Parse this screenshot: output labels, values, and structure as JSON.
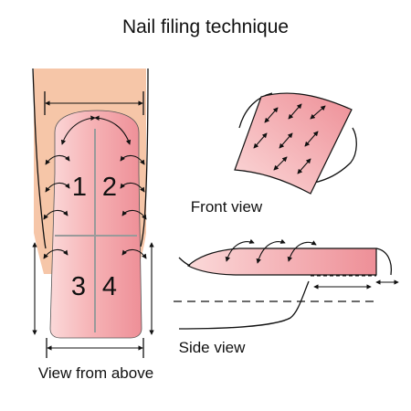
{
  "title": "Nail filing technique",
  "labels": {
    "above": "View from above",
    "front": "Front view",
    "side": "Side view"
  },
  "zones": [
    "1",
    "2",
    "3",
    "4"
  ],
  "colors": {
    "skin": "#f6c6a8",
    "nail_light": "#fbd9d9",
    "nail_mid": "#f4a7a8",
    "nail_dark": "#ee8f97",
    "outline": "#111111",
    "divider": "#9a9a9a"
  }
}
